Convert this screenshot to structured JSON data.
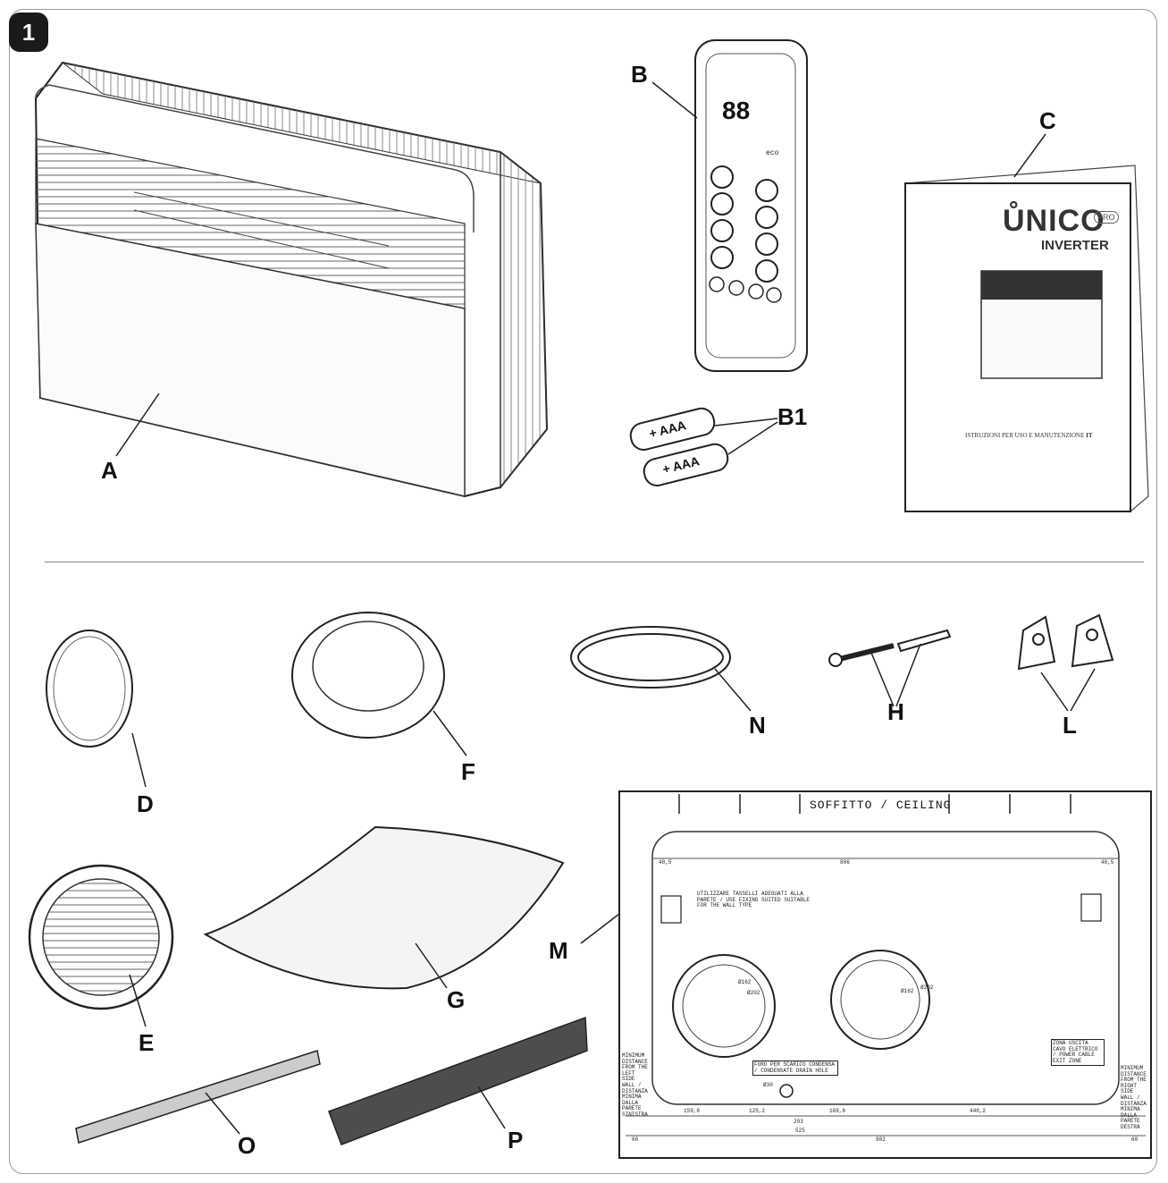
{
  "figure_number": "1",
  "labels": {
    "A": "A",
    "B": "B",
    "B1": "B1",
    "C": "C",
    "D": "D",
    "E": "E",
    "F": "F",
    "G": "G",
    "H": "H",
    "L": "L",
    "M": "M",
    "N": "N",
    "O": "O",
    "P": "P"
  },
  "remote": {
    "display_digits": "88",
    "mode_text": "eco"
  },
  "batteries": {
    "type": "+ AAA"
  },
  "manual": {
    "brand": "ŮNICO",
    "badge": "PRO",
    "subtitle": "INVERTER",
    "footer": "ISTRUZIONI PER USO E MANUTENZIONE",
    "lang": "IT"
  },
  "template": {
    "title": "SOFFITTO / CEILING",
    "dims_top": [
      "48,5",
      "806",
      "48,5"
    ],
    "dims_bottom": [
      "159,8",
      "125,2",
      "293",
      "169,8",
      "440,2"
    ],
    "dims_bottom2": [
      "525",
      "902"
    ],
    "edge_dims": [
      "60",
      "60"
    ],
    "hole_dims": [
      "Ø162",
      "Ø202",
      "Ø162",
      "Ø202"
    ],
    "drain_label": "FORO PER SCARICO CONDENSA / CONDENSATE DRAIN HOLE",
    "drain_dim": "Ø30",
    "power_label": "ZONA USCITA CAVO ELETTRICO / POWER CABLE EXIT ZONE",
    "bracket_note": "UTILIZZARE TASSELLI ADEGUATI ALLA PARETE / USE FIXING SUITED SUITABLE FOR THE WALL TYPE",
    "left_note": "MINIMUM DISTANCE FROM THE LEFT SIDE WALL / DISTANZA MINIMA DALLA PARETE SINISTRA",
    "right_note": "MINIMUM DISTANCE FROM THE RIGHT SIDE WALL / DISTANZA MINIMA DALLA PARETE DESTRA"
  }
}
